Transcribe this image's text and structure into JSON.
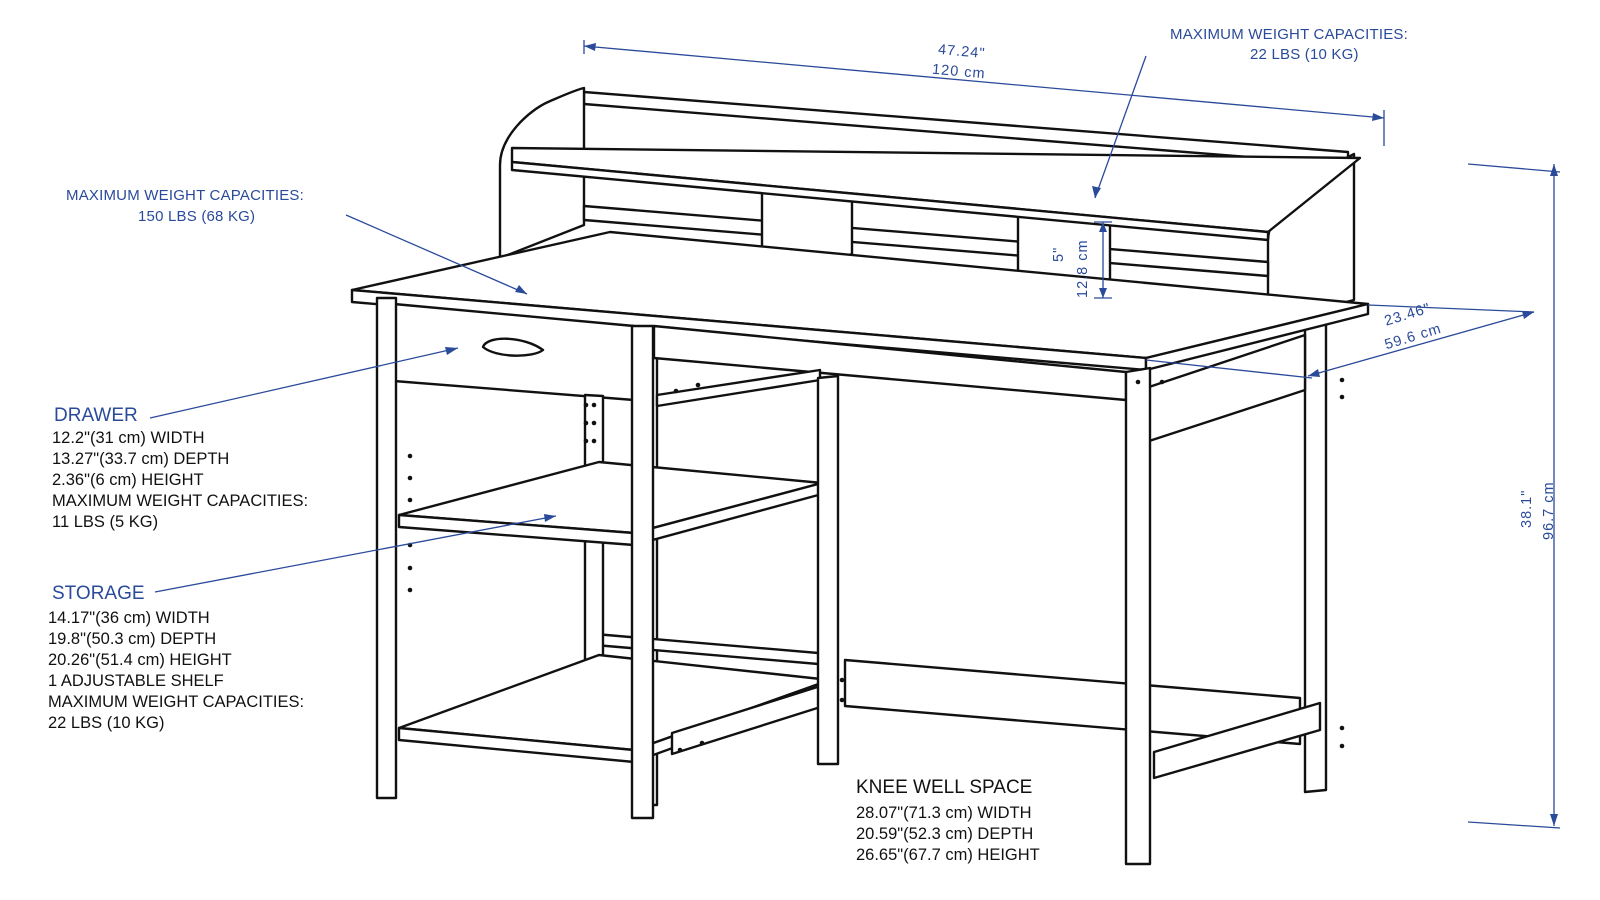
{
  "colors": {
    "line": "#111111",
    "annotation": "#2a4a9a",
    "background": "#ffffff"
  },
  "top_dimension": {
    "inches": "47.24\"",
    "cm": "120  cm"
  },
  "hutch_capacity": {
    "title": "MAXIMUM WEIGHT CAPACITIES:",
    "value": "22 LBS (10 KG)"
  },
  "desk_capacity": {
    "title": "MAXIMUM WEIGHT CAPACITIES:",
    "value": "150 LBS (68 KG)"
  },
  "hutch_height": {
    "inches": "5\"",
    "cm": "12.8  cm"
  },
  "depth_dimension": {
    "inches": "23.46\"",
    "cm": "59.6  cm"
  },
  "total_height": {
    "inches": "38.1\"",
    "cm": "96.7  cm"
  },
  "drawer": {
    "heading": "DRAWER",
    "lines": [
      "12.2\"(31 cm) WIDTH",
      "13.27\"(33.7 cm) DEPTH",
      "2.36\"(6 cm) HEIGHT",
      "MAXIMUM WEIGHT CAPACITIES:",
      "11 LBS (5 KG)"
    ]
  },
  "storage": {
    "heading": "STORAGE",
    "lines": [
      "14.17\"(36 cm) WIDTH",
      "19.8\"(50.3 cm) DEPTH",
      "20.26\"(51.4 cm) HEIGHT",
      "1 ADJUSTABLE SHELF",
      "MAXIMUM WEIGHT CAPACITIES:",
      "22 LBS (10 KG)"
    ]
  },
  "knee_well": {
    "heading": "KNEE WELL SPACE",
    "lines": [
      "28.07\"(71.3 cm) WIDTH",
      "20.59\"(52.3 cm) DEPTH",
      "26.65\"(67.7 cm) HEIGHT"
    ]
  }
}
